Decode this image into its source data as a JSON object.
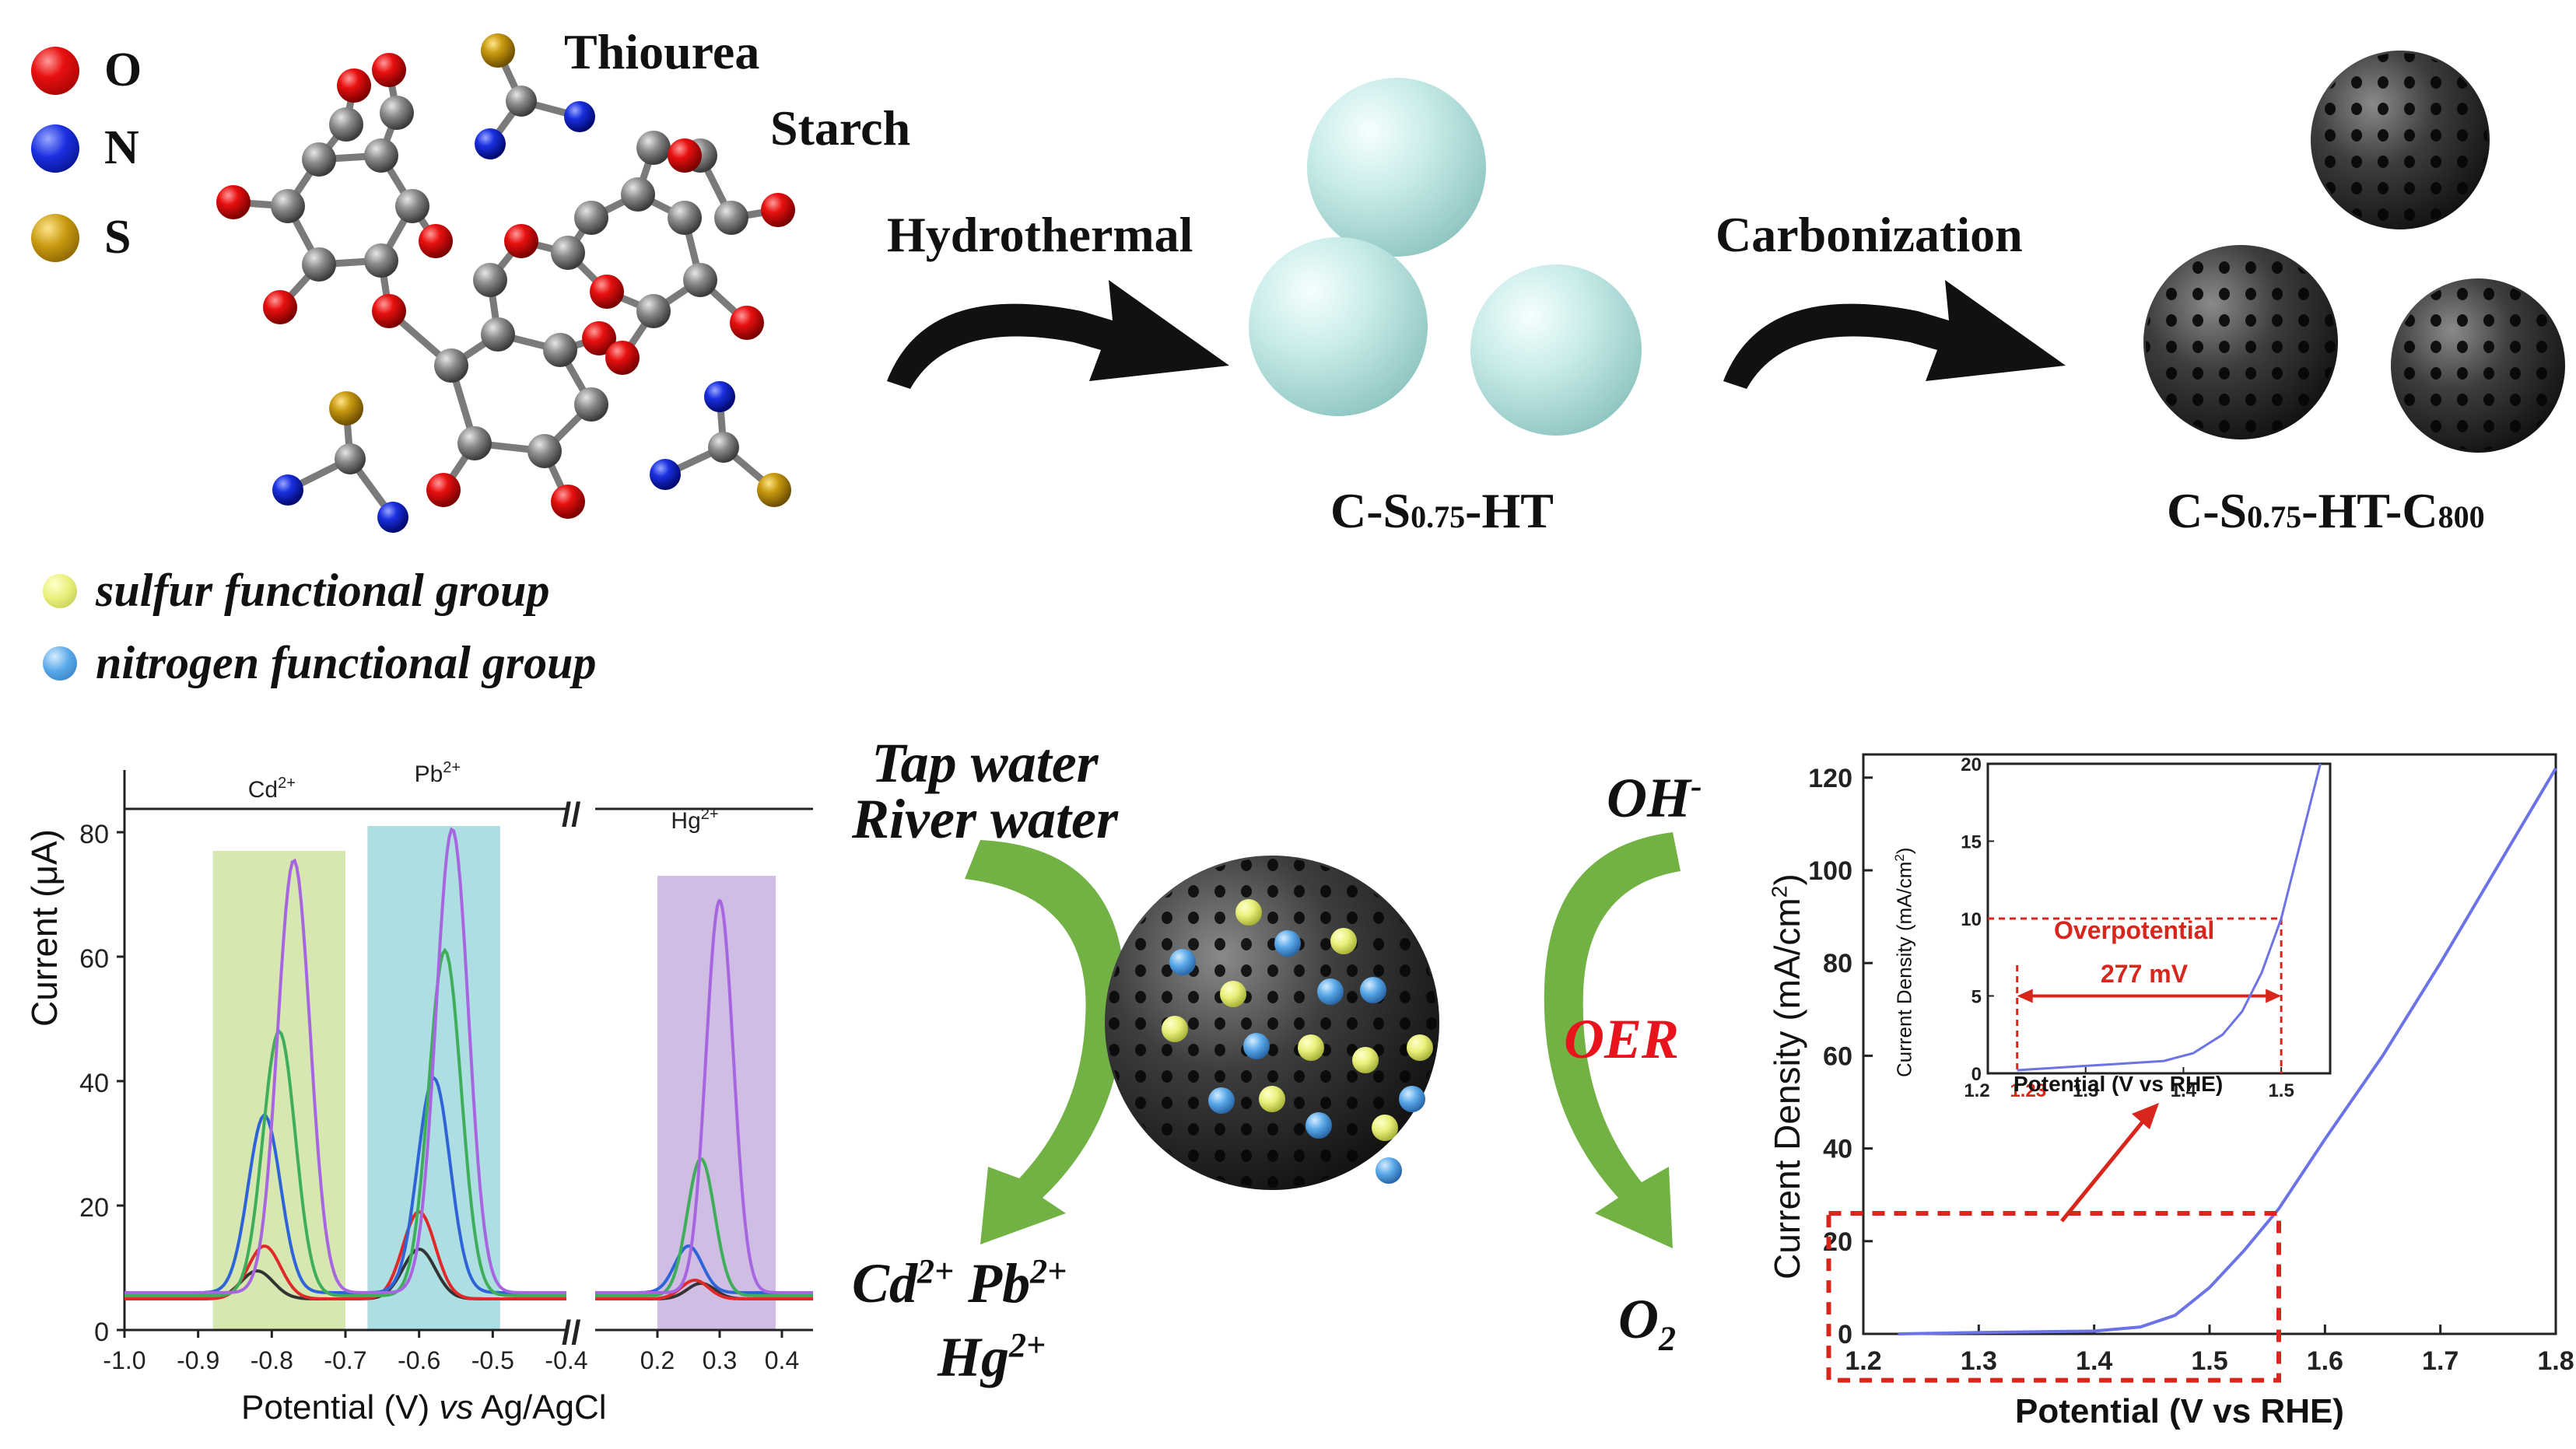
{
  "legend": {
    "atoms": [
      {
        "symbol": "O",
        "color": "#e81010"
      },
      {
        "symbol": "N",
        "color": "#1a2fe0"
      },
      {
        "symbol": "S",
        "color": "#c89a10"
      }
    ],
    "groups": [
      {
        "label": "sulfur functional group",
        "color": "#e9f07a"
      },
      {
        "label": "nitrogen functional group",
        "color": "#59a8e8"
      }
    ]
  },
  "molecules": {
    "thiourea": "Thiourea",
    "starch": "Starch"
  },
  "synthesis": {
    "step1": "Hydrothermal",
    "product1": {
      "a": "C-S",
      "sub": "0.75",
      "b": "-HT"
    },
    "step2": "Carbonization",
    "product2": {
      "a": "C-S",
      "sub": "0.75",
      "b": "-HT-C",
      "sub2": "800"
    }
  },
  "center": {
    "water": [
      "Tap water",
      "River water"
    ],
    "ions_line1": [
      {
        "base": "Cd",
        "sup": "2+"
      },
      {
        "base": "Pb",
        "sup": "2+"
      }
    ],
    "ions_line2": {
      "base": "Hg",
      "sup": "2+"
    },
    "oh": {
      "base": "OH",
      "sup": "-"
    },
    "oer": "OER",
    "o2": {
      "base": "O",
      "sub": "2"
    },
    "oer_color": "#e8131d",
    "arrow_color": "#6aad3a"
  },
  "chart_data": [
    {
      "type": "line",
      "title": "",
      "xlabel": {
        "a": "Potential (V) ",
        "it": "vs",
        "b": " Ag/AgCl"
      },
      "ylabel": "Current (μA)",
      "ylim": [
        0,
        90
      ],
      "yticks": [
        "0",
        "20",
        "40",
        "60",
        "80"
      ],
      "xticks_left": [
        "-1.0",
        "-0.9",
        "-0.8",
        "-0.7",
        "-0.6",
        "-0.5",
        "-0.4"
      ],
      "xticks_right": [
        "0.2",
        "0.3",
        "0.4"
      ],
      "axis_break": "//",
      "peak_labels": [
        {
          "base": "Cd",
          "sup": "2+"
        },
        {
          "base": "Pb",
          "sup": "2+"
        },
        {
          "base": "Hg",
          "sup": "2+"
        }
      ],
      "bands": [
        {
          "name": "Cd",
          "from": -0.88,
          "to": -0.7,
          "top": 77,
          "color": "#cfe3a2"
        },
        {
          "name": "Pb",
          "from": -0.67,
          "to": -0.49,
          "top": 81,
          "color": "#9fd8dd"
        },
        {
          "name": "Hg",
          "from": 0.2,
          "to": 0.39,
          "top": 73,
          "color": "#c8b1de"
        }
      ],
      "series": [
        {
          "color": "#333333",
          "baseline": 5,
          "peaks": [
            {
              "x": -0.82,
              "h": 4.5
            },
            {
              "x": -0.6,
              "h": 8
            },
            {
              "x": 0.27,
              "h": 2.5
            }
          ]
        },
        {
          "color": "#e02a2a",
          "baseline": 5,
          "peaks": [
            {
              "x": -0.81,
              "h": 8.5
            },
            {
              "x": -0.6,
              "h": 14
            },
            {
              "x": 0.26,
              "h": 3
            }
          ]
        },
        {
          "color": "#2e64d8",
          "baseline": 6,
          "peaks": [
            {
              "x": -0.81,
              "h": 28.5
            },
            {
              "x": -0.58,
              "h": 34.5
            },
            {
              "x": 0.25,
              "h": 7.5
            }
          ]
        },
        {
          "color": "#3fae5a",
          "baseline": 5.5,
          "peaks": [
            {
              "x": -0.79,
              "h": 42.5
            },
            {
              "x": -0.565,
              "h": 55.5
            },
            {
              "x": 0.27,
              "h": 22
            }
          ]
        },
        {
          "color": "#a766e0",
          "baseline": 6,
          "peaks": [
            {
              "x": -0.77,
              "h": 69.5
            },
            {
              "x": -0.555,
              "h": 74.5
            },
            {
              "x": 0.3,
              "h": 63
            }
          ]
        }
      ]
    },
    {
      "type": "line",
      "title": "",
      "xlabel": "Potential (V vs RHE)",
      "ylabel": {
        "a": "Current Density (mA/cm",
        "sup": "2",
        "b": ")"
      },
      "xlim": [
        1.2,
        1.8
      ],
      "ylim": [
        0,
        125
      ],
      "xticks": [
        "1.2",
        "1.3",
        "1.4",
        "1.5",
        "1.6",
        "1.7",
        "1.8"
      ],
      "yticks": [
        "0",
        "20",
        "40",
        "60",
        "80",
        "100",
        "120"
      ],
      "series": [
        {
          "color": "#6b73e6",
          "x": [
            1.23,
            1.3,
            1.4,
            1.44,
            1.47,
            1.5,
            1.53,
            1.56,
            1.6,
            1.65,
            1.7,
            1.75,
            1.8
          ],
          "y": [
            0,
            0.3,
            0.6,
            1.5,
            4,
            10,
            18,
            27,
            42,
            60,
            80,
            101,
            122
          ]
        }
      ],
      "zoom_box": {
        "x": [
          1.17,
          1.56
        ],
        "y": [
          -10,
          26
        ]
      },
      "inset": {
        "xlabel": "Potential (V vs RHE)",
        "ylabel": {
          "a": "Current Density  (mA/cm",
          "sup": "2",
          "b": ")"
        },
        "xlim": [
          1.2,
          1.55
        ],
        "ylim": [
          0,
          20
        ],
        "xticks": [
          "1.2",
          "1.3",
          "1.4",
          "1.5"
        ],
        "xtick_red": "1.23",
        "yticks": [
          "0",
          "5",
          "10",
          "15",
          "20"
        ],
        "annotation_title": "Overpotential",
        "annotation_value": "277 mV",
        "annotation_color": "#d9261c",
        "ref_x": [
          1.23,
          1.5
        ],
        "ref_y": 10,
        "x": [
          1.23,
          1.28,
          1.33,
          1.38,
          1.41,
          1.44,
          1.46,
          1.48,
          1.5,
          1.52,
          1.54
        ],
        "y": [
          0.2,
          0.4,
          0.6,
          0.8,
          1.3,
          2.5,
          4,
          6.5,
          10,
          15,
          20
        ]
      }
    }
  ]
}
